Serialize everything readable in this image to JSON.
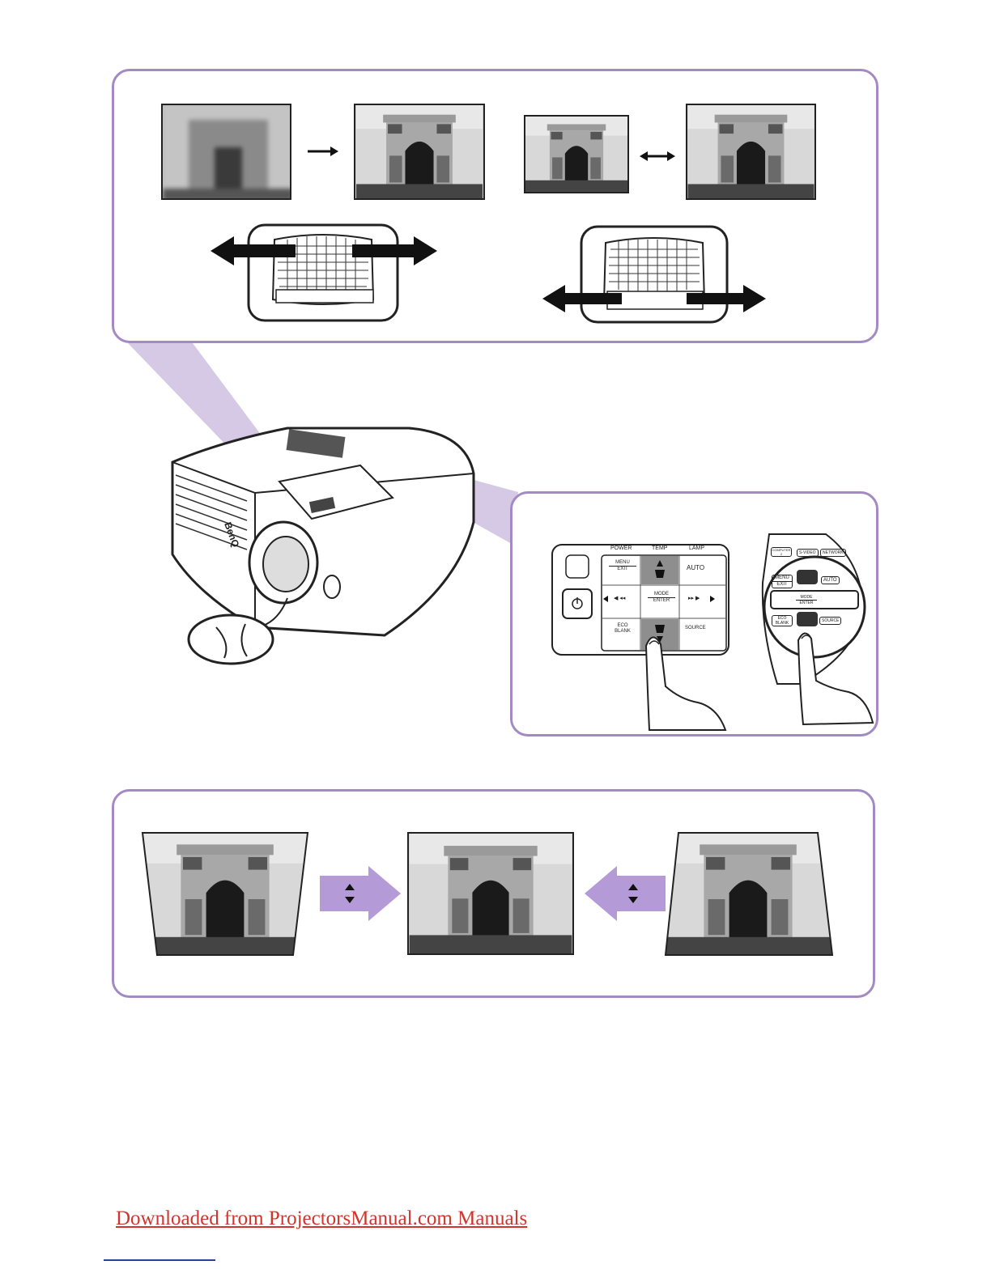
{
  "footer": {
    "link_text": "Downloaded from ProjectorsManual.com Manuals"
  },
  "control_panel": {
    "power": "POWER",
    "temp": "TEMP",
    "lamp": "LAMP",
    "menu": "MENU",
    "exit": "EXIT",
    "auto": "AUTO",
    "mode": "MODE",
    "enter": "ENTER",
    "eco": "ECO",
    "blank": "BLANK",
    "source": "SOURCE"
  },
  "remote": {
    "computer": "COMPUTER",
    "computer_num": "2",
    "svideo": "S-VIDEO",
    "network": "NETWORK",
    "menu": "MENU",
    "exit": "EXIT",
    "auto": "AUTO",
    "mode": "MODE",
    "enter": "ENTER",
    "eco": "ECO",
    "blank": "BLANK",
    "source": "SOURCE"
  },
  "projector": {
    "brand": "BenQ"
  },
  "colors": {
    "accent": "#a48ac3",
    "beam": "#cfc0e2",
    "arrow_box": "#b49ad6",
    "link": "#d0342c"
  }
}
